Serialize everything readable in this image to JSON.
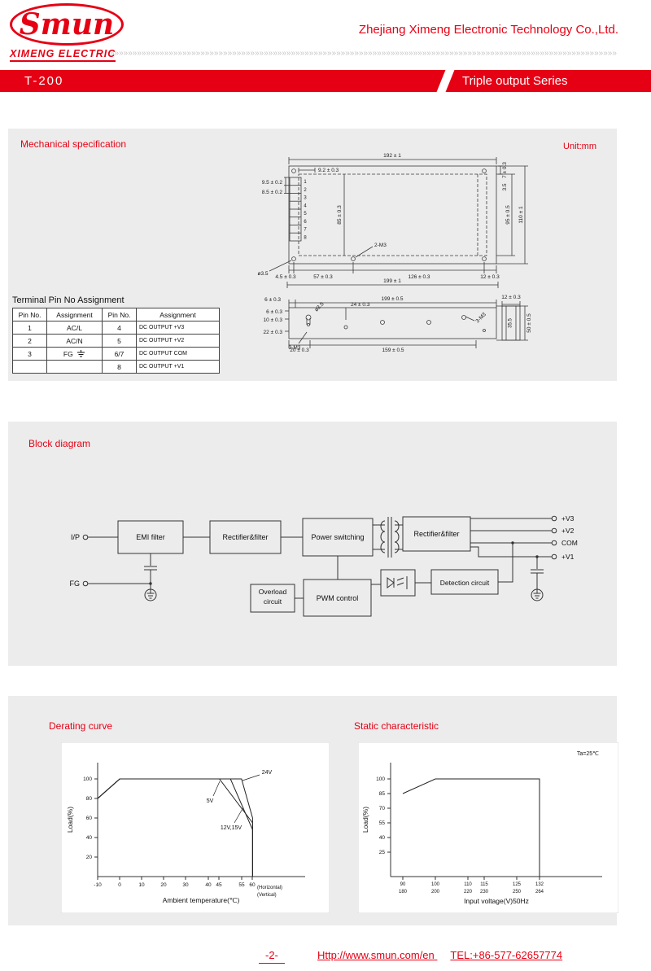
{
  "colors": {
    "red": "#e60014",
    "panel_gray": "#ececec",
    "chevron_gray": "#c4c4c4"
  },
  "header": {
    "logo_main": "Smun",
    "logo_sub": "XIMENG ELECTRIC",
    "company": "Zhejiang Ximeng Electronic Technology Co.,Ltd.",
    "chevron_pattern": "»»»»»»»»»»»»»»»»»»»»»»»»»»»»»»»»»»»»»»»»»»»»»»»»»»»»»»»»»»»»»»»»»»»»»»»»»»»»»»»»»»»»»»»»»»»»»»»»»»»»»»»»»»»»»»»»»»»»»»»»»»»»»»»»»»»»»»»»»»»»»»»»»»",
    "banner_model": "T-200",
    "banner_series": "Triple output Series"
  },
  "mechanical": {
    "title": "Mechanical specification",
    "unit_label": "Unit:mm",
    "pin_table": {
      "title": "Terminal Pin No Assignment",
      "headers": [
        "Pin No.",
        "Assignment",
        "Pin No.",
        "Assignment"
      ],
      "rows": [
        [
          "1",
          "AC/L",
          "4",
          "DC OUTPUT +V3"
        ],
        [
          "2",
          "AC/N",
          "5",
          "DC OUTPUT +V2"
        ],
        [
          "3",
          "FG",
          "6/7",
          "DC OUTPUT COM"
        ],
        [
          "",
          "",
          "8",
          "DC OUTPUT +V1"
        ]
      ]
    },
    "top": {
      "w192": "192 ± 1",
      "i92": "9.2 ± 0.3",
      "r7": "7 ± 0.3",
      "r35": "3.5",
      "p95": "9.5 ± 0.2",
      "p85": "8.5 ± 0.2",
      "h85": "85 ± 0.3",
      "h95": "95 ± 0.5",
      "h110": "110 ± 1",
      "hole": "ø3.5",
      "screw": "2-M3",
      "b45": "4.5 ± 0.3",
      "b57": "57 ± 0.3",
      "b126": "126 ± 0.3",
      "b12": "12 ± 0.3",
      "b199": "199 ± 1",
      "pins": [
        "1",
        "2",
        "3",
        "4",
        "5",
        "6",
        "7",
        "8"
      ]
    },
    "side": {
      "t6": "6 ± 0.3",
      "t199": "199 ± 0.5",
      "l6": "6 ± 0.3",
      "l10": "10 ± 0.3",
      "l22": "22 ± 0.3",
      "m24": "24 ± 0.3",
      "hole": "ø3.5",
      "screw1": "3-M3",
      "screw2": "3-M3",
      "r12": "12 ± 0.3",
      "r50": "50 ± 0.5",
      "r355": "35.5",
      "b20": "20 ± 0.3",
      "b159": "159 ± 0.5"
    }
  },
  "block_diagram": {
    "title": "Block diagram",
    "ip": "I/P",
    "fg": "FG",
    "emi": "EMI filter",
    "rect1": "Rectifier&filter",
    "power": "Power switching",
    "rect2": "Rectifier&filter",
    "ov1": "Overload",
    "ov2": "circuit",
    "pwm": "PWM control",
    "det": "Detection circuit",
    "outputs": [
      "+V3",
      "+V2",
      "COM",
      "+V1"
    ]
  },
  "charts": {
    "derating": {
      "title": "Derating curve",
      "ylabel": "Load(%)",
      "xlabel": "Ambient temperature(℃)",
      "yticks": [
        "20",
        "40",
        "60",
        "80",
        "100"
      ],
      "xticks": [
        "-10",
        "0",
        "10",
        "20",
        "30",
        "40",
        "45",
        "55",
        "60"
      ],
      "ann": [
        "24V",
        "5V",
        "12V,15V"
      ],
      "note1": "(Horizontal)",
      "note2": "(Vertical)"
    },
    "static": {
      "title": "Static characteristic",
      "note": "Ta=25℃",
      "ylabel": "Load(%)",
      "xlabel": "Input voltage(V)50Hz",
      "yticks": [
        "25",
        "40",
        "55",
        "70",
        "85",
        "100"
      ],
      "xt_top": [
        "90",
        "100",
        "110",
        "115",
        "125",
        "132"
      ],
      "xt_bot": [
        "180",
        "200",
        "220",
        "230",
        "250",
        "264"
      ]
    }
  },
  "chart_data": [
    {
      "type": "line",
      "title": "Derating curve",
      "xlabel": "Ambient temperature(℃)",
      "ylabel": "Load(%)",
      "xlim": [
        -10,
        60
      ],
      "ylim": [
        0,
        110
      ],
      "series": [
        {
          "name": "5V",
          "x": [
            -10,
            0,
            45,
            60,
            60
          ],
          "y": [
            80,
            100,
            100,
            55,
            0
          ]
        },
        {
          "name": "12V,15V",
          "x": [
            -10,
            0,
            50,
            60,
            60
          ],
          "y": [
            80,
            100,
            100,
            48,
            0
          ]
        },
        {
          "name": "24V",
          "x": [
            -10,
            0,
            55,
            60,
            60
          ],
          "y": [
            80,
            100,
            100,
            60,
            0
          ]
        }
      ]
    },
    {
      "type": "line",
      "title": "Static characteristic",
      "note": "Ta=25℃",
      "xlabel": "Input voltage(V)50Hz",
      "ylabel": "Load(%)",
      "xlim": [
        90,
        132
      ],
      "ylim": [
        0,
        110
      ],
      "x_tick_pairs": [
        "90/180",
        "100/200",
        "110/220",
        "115/230",
        "125/250",
        "132/264"
      ],
      "series": [
        {
          "name": "Load",
          "x": [
            90,
            100,
            132,
            132
          ],
          "y": [
            85,
            100,
            100,
            0
          ]
        }
      ]
    }
  ],
  "footer": {
    "page": "-2-",
    "url": "Http://www.smun.com/en",
    "tel": "TEL:+86-577-62657774"
  }
}
